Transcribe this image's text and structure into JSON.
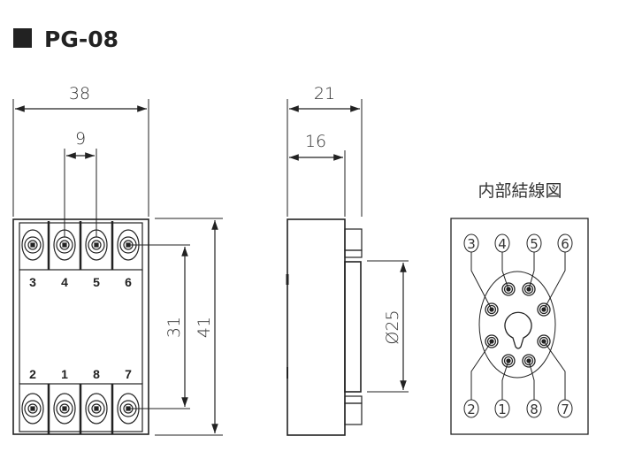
{
  "title": "PG-08",
  "front_view": {
    "dim_width": "38",
    "dim_pitch": "9",
    "dim_pin_span": "31",
    "dim_height": "41",
    "top_labels": [
      "3",
      "4",
      "5",
      "6"
    ],
    "bottom_labels": [
      "2",
      "1",
      "8",
      "7"
    ]
  },
  "side_view": {
    "dim_depth": "21",
    "dim_body": "16",
    "dim_diameter": "Ø25"
  },
  "wiring": {
    "title": "内部結線図",
    "top_pins": [
      "3",
      "4",
      "5",
      "6"
    ],
    "bottom_pins": [
      "2",
      "1",
      "8",
      "7"
    ]
  }
}
